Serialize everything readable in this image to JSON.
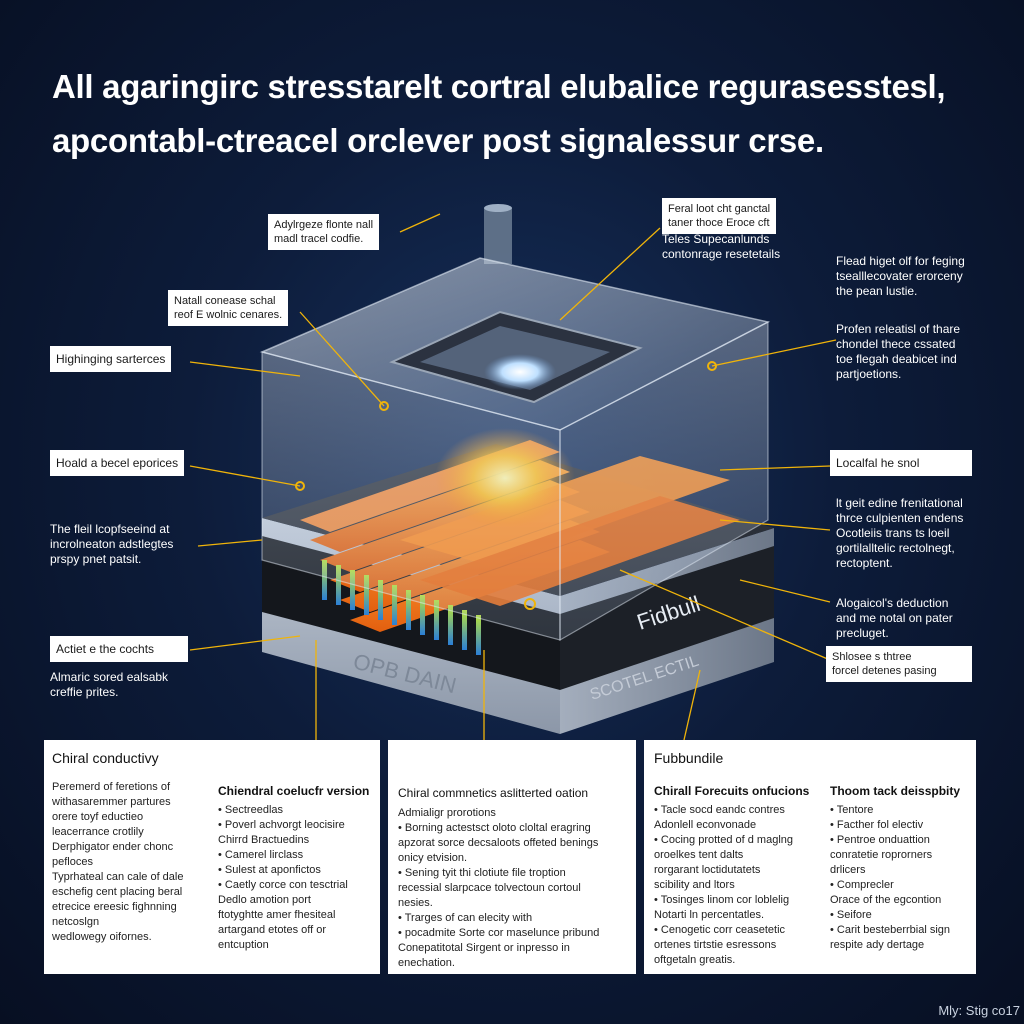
{
  "headline": {
    "line1": "All agaringirc stresstarelt cortral elubalice regurasesstesl,",
    "line2": "apcontabl-ctreacel orclever post signalessur crse."
  },
  "labels": {
    "top_left": [
      "Adylrgeze flonte nall",
      "madl tracel codfie."
    ],
    "top_center": [
      "Feral loot cht ganctal",
      "taner thoce Eroce cft"
    ],
    "top_center_free": [
      "Teles Supecanlunds",
      "contonrage resetetails"
    ],
    "right_1": [
      "Flead higet olf for feging",
      "tsealllecovater erorceny",
      "the pean lustie."
    ],
    "upper_left": [
      "Natall conease schal",
      "reof E wolnic cenares."
    ],
    "right_2": [
      "Profen releatisl of thare",
      "chondel thece cssated",
      "toe flegah deabicet ind",
      "partjoetions."
    ],
    "left_1": [
      "Highinging sarterces"
    ],
    "left_2": [
      "Hoald a becel eporices"
    ],
    "right_3": [
      "Localfal he snol"
    ],
    "left_3": [
      "The fleil lcopfseeind at",
      "incrolneaton adstlegtes",
      "prspy pnet patsit."
    ],
    "right_4": [
      "lt geit edine frenitational",
      "thrce culpienten endens",
      "Ocotleiis trans ts loeil",
      "gortilalltelic rectolnegt,",
      "rectoptent."
    ],
    "right_5": [
      "Alogaicol's deduction",
      "and me notal on pater",
      "precluget."
    ],
    "left_4": [
      "Actiet e the cochts"
    ],
    "right_6": [
      "Shlosee s thtree",
      "forcel detenes pasing"
    ],
    "left_5": [
      "Almaric sored ealsabk",
      "creffie prites."
    ]
  },
  "device_text": {
    "front": "OPB DAIN",
    "side_right": "SCOTEL ECTIL",
    "side_logo": "Fidbull"
  },
  "panels": [
    {
      "title": "Chiral conductivy",
      "columns": [
        {
          "head": "",
          "lines": [
            {
              "t": "Peremerd of feretions of",
              "b": false
            },
            {
              "t": "withasaremmer partures",
              "b": false
            },
            {
              "t": "orere toyf eductieo",
              "b": false
            },
            {
              "t": "leacerrance crotlily",
              "b": false
            },
            {
              "t": "Derphigator ender chonc",
              "b": false
            },
            {
              "t": "pefloces",
              "b": false
            },
            {
              "t": "Typrhateal can cale of dale",
              "b": false
            },
            {
              "t": "eschefig cent placing beral",
              "b": false
            },
            {
              "t": "etrecice ereesic fighnning",
              "b": false
            },
            {
              "t": "netcoslgn",
              "b": false
            },
            {
              "t": "wedlowegy oifornes.",
              "b": false
            }
          ]
        },
        {
          "head": "Chiendral coelucfr version",
          "lines": [
            {
              "t": "Sectreedlas",
              "b": true
            },
            {
              "t": "Poverl achvorgt leocisire",
              "b": true
            },
            {
              "t": "Chirrd Bractuedins",
              "b": false
            },
            {
              "t": "Camerel lirclass",
              "b": true
            },
            {
              "t": "Sulest at aponfictos",
              "b": true
            },
            {
              "t": "Caetly corce con tesctrial",
              "b": true
            },
            {
              "t": "Dedlo amotion port",
              "b": false
            },
            {
              "t": "ftotyghtte amer fhesiteal",
              "b": false
            },
            {
              "t": "artargand etotes off or",
              "b": false
            },
            {
              "t": "entcuption",
              "b": false
            }
          ]
        }
      ]
    },
    {
      "title": "Chiral commnetics aslitterted oation",
      "columns": [
        {
          "head": "",
          "lines": [
            {
              "t": "Admialigr prorotions",
              "b": false
            },
            {
              "t": "Borning actestsct oloto cloltal eragring",
              "b": true
            },
            {
              "t": "apzorat sorce decsaloots offeted benings",
              "b": false
            },
            {
              "t": "onicy etvision.",
              "b": false
            },
            {
              "t": "Sening tyit thi clotiute file troption",
              "b": true
            },
            {
              "t": "recessial slarpcace tolvectoun cortoul",
              "b": false
            },
            {
              "t": "nesies.",
              "b": false
            },
            {
              "t": "Trarges of can elecity with",
              "b": true
            },
            {
              "t": "pocadmite Sorte cor maselunce pribund",
              "b": true
            },
            {
              "t": "Conepatitotal Sirgent or inpresso in",
              "b": false
            },
            {
              "t": "enechation.",
              "b": false
            }
          ]
        }
      ]
    },
    {
      "title": "Fubbundile",
      "columns": [
        {
          "head": "Chirall Forecuits onfucions",
          "lines": [
            {
              "t": "Tacle socd eandc contres",
              "b": true
            },
            {
              "t": "Adonlell econvonade",
              "b": false
            },
            {
              "t": "Cocing protted of d maglng",
              "b": true
            },
            {
              "t": "oroelkes tent dalts",
              "b": false
            },
            {
              "t": "rorgarant loctidutatets",
              "b": false
            },
            {
              "t": "scibility and ltors",
              "b": false
            },
            {
              "t": "Tosinges linom cor loblelig",
              "b": true
            },
            {
              "t": "Notarti ln percentatles.",
              "b": false
            },
            {
              "t": "Cenogetic corr ceasetetic",
              "b": true
            },
            {
              "t": "ortenes tirtstie esressons",
              "b": false
            },
            {
              "t": "oftgetaln greatis.",
              "b": false
            }
          ]
        },
        {
          "head": "Thoom tack deisspbity",
          "lines": [
            {
              "t": "Tentore",
              "b": true
            },
            {
              "t": "Facther fol electiv",
              "b": true
            },
            {
              "t": "Pentroe onduattion",
              "b": true
            },
            {
              "t": "conratetie roprorners",
              "b": false
            },
            {
              "t": "drlicers",
              "b": false
            },
            {
              "t": "Comprecler",
              "b": true
            },
            {
              "t": "Orace of the egcontion",
              "b": false
            },
            {
              "t": "Seifore",
              "b": true
            },
            {
              "t": "Carit besteberrbial sign",
              "b": true
            },
            {
              "t": "respite ady dertage",
              "b": false
            }
          ]
        }
      ]
    }
  ],
  "footer": "Mly: Stig co17",
  "colors": {
    "background": "#0b1a36",
    "accent_orange": "#f47b1c",
    "leader_yellow": "#f0b40a",
    "glass": "#c9d8ec"
  }
}
